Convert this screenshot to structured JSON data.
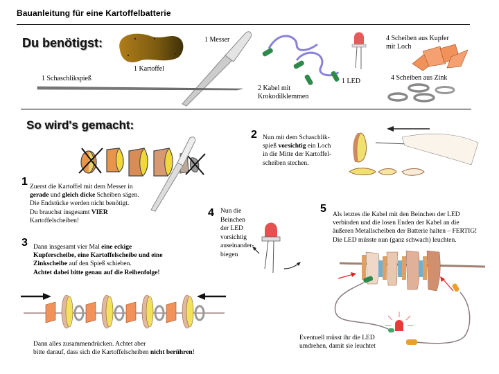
{
  "header": {
    "title": "Bauanleitung für eine Kartoffelbatterie"
  },
  "materials": {
    "heading": "Du benötigst:",
    "items": {
      "potato": "1 Kartoffel",
      "knife": "1 Messer",
      "skewer": "1 Schaschlikspieß",
      "cables_line1": "2 Kabel mit",
      "cables_line2": "Krokodilklemmen",
      "led": "1 LED",
      "copper_line1": "4 Scheiben aus Kupfer",
      "copper_line2": "mit Loch",
      "zinc": "4 Scheiben aus Zink"
    }
  },
  "instructions": {
    "heading": "So wird's gemacht:",
    "steps": [
      {
        "number": "1",
        "lines": [
          [
            "Zuerst die Kartoffel mit dem Messer in"
          ],
          [
            "gerade",
            " und ",
            "gleich dicke",
            " Scheiben sägen."
          ],
          [
            "Die Endstücke werden nicht benötigt."
          ],
          [
            "Du brauchst insgesamt ",
            "VIER"
          ],
          [
            "Kartoffelscheiben!"
          ]
        ]
      },
      {
        "number": "2",
        "l1": "Nun mit dem Schaschlik-",
        "l2a": "spieß ",
        "l2b": "vorsichtig",
        "l2c": " ein Loch",
        "l3": "in die Mitte der Kartoffel-",
        "l4": "scheiben stechen."
      },
      {
        "number": "3",
        "l1a": "Dann insgesamt vier Mal ",
        "l1b": "eine eckige",
        "l2": "Kupferscheibe, eine Kartoffelscheibe und eine",
        "l3a": "Zinkscheibe",
        "l3b": " auf den Spieß schieben.",
        "l4": "Achtet dabei bitte genau auf die Reihenfolge!",
        "after1": "Dann alles zusammendrücken. Achtet aber",
        "after2a": "bitte darauf, dass sich die Kartoffelscheiben ",
        "after2b": "nicht berühren",
        "after2c": "!"
      },
      {
        "number": "4",
        "lines": [
          "Nun die",
          "Beinchen",
          "der LED",
          "vorsichtig",
          "auseinander-",
          "biegen"
        ]
      },
      {
        "number": "5",
        "lines": [
          "Als letztes die Kabel mit den Beinchen der LED",
          "verbinden und die losen Enden der Kabel an die",
          "äußeren Metallscheiben der Batterie halten – FERTIG!",
          "Die LED müsste nun (ganz schwach) leuchten."
        ],
        "note1": "Eventuell müsst ihr die LED",
        "note2": "umdrehen, damit sie leuchtet"
      }
    ]
  },
  "colors": {
    "potato_skin": "#8a6414",
    "potato_flesh": "#f2e15a",
    "copper": "#f0925a",
    "zinc": "#c8cfd6",
    "led_red": "#e83a3a",
    "clip_green": "#2d8a4a",
    "clip_orange": "#e8a030",
    "cable_purple": "#8a82d8",
    "arrow_red": "#e02020"
  }
}
